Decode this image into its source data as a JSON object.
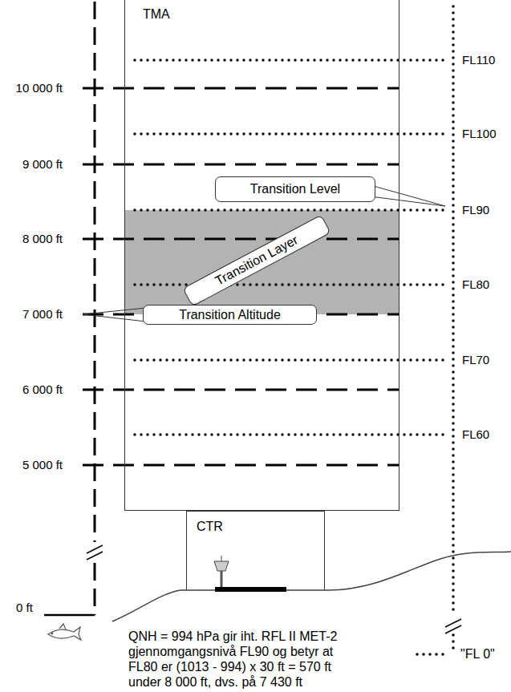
{
  "diagram": {
    "nodes": [
      {
        "text": [
          "TMA"
        ]
      },
      {
        "text": [
          "Transition Level"
        ],
        "in": 0
      },
      {
        "text": [
          "Transition Layer"
        ],
        "in": 0
      },
      {
        "text": [
          "Transition Altitude"
        ],
        "in": 0
      },
      {
        "text": [
          "CTR"
        ]
      }
    ],
    "labels": [
      "FL110",
      "10 000 ft",
      "FL100",
      "9 000 ft",
      "FL90",
      "8 000 ft",
      "FL80",
      "7 000 ft",
      "FL70",
      "6 000 ft",
      "FL60",
      "5 000 ft",
      "0 ft",
      "QNH = 994 hPa gir iht. RFL II MET-2 gjennomgangsnivå FL90 og betyr at FL80 er (1013 - 994) x 30 ft = 570 ft under 8 000 ft, dvs. på 7 430 ft",
      "\"FL 0\""
    ]
  }
}
